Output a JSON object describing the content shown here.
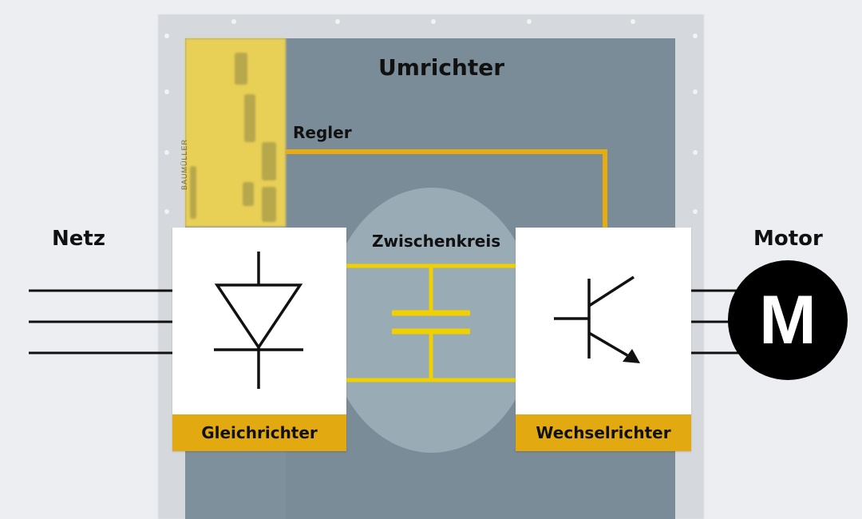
{
  "title": "Umrichter",
  "labels": {
    "regler": "Regler",
    "zwischenkreis": "Zwischenkreis",
    "netz": "Netz",
    "motor": "Motor",
    "motor_symbol": "M"
  },
  "blocks": {
    "rectifier": "Gleichrichter",
    "inverter": "Wechselrichter"
  },
  "controller_brand": "BAUMÜLLER",
  "colors": {
    "accent": "#e2aa10",
    "bus": "#f0d000",
    "arrow": "#e8ac10",
    "panel": "#7e909c"
  },
  "icons": [
    "diode-symbol",
    "capacitor-symbol",
    "transistor-symbol",
    "motor-symbol"
  ]
}
